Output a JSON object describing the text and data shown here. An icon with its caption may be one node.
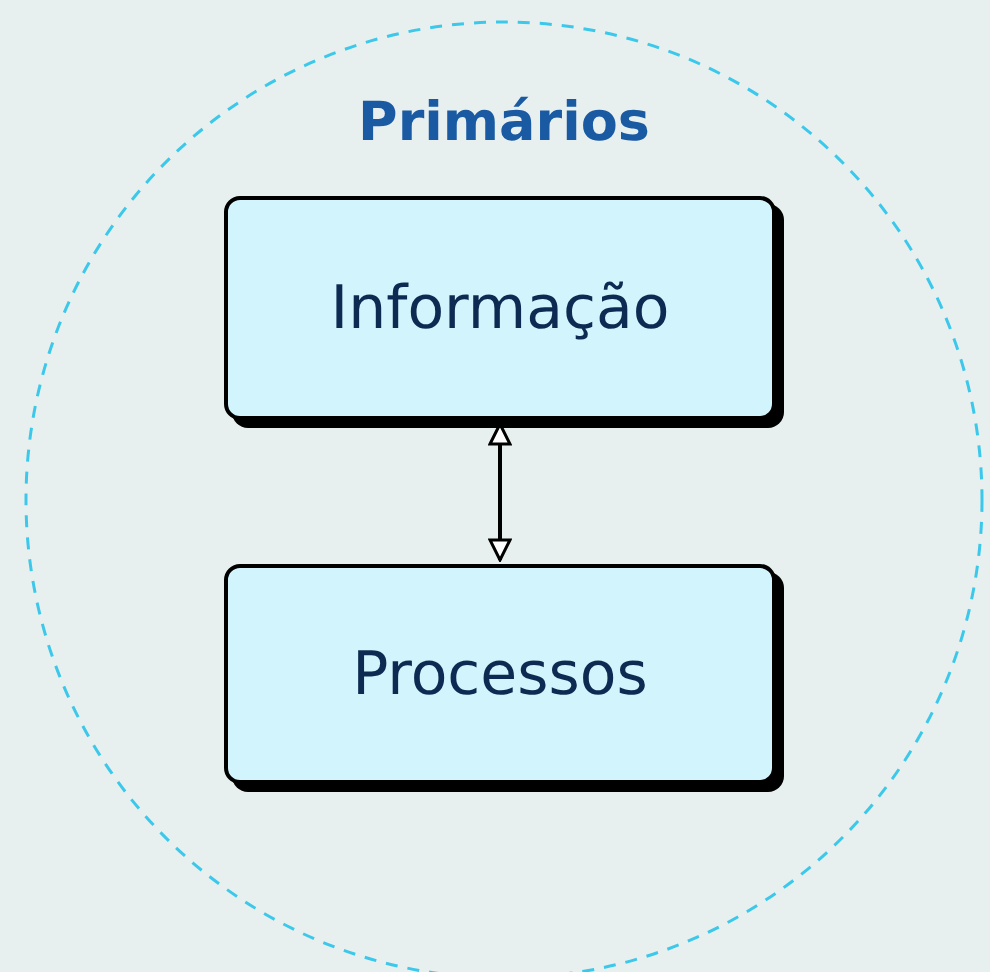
{
  "diagram": {
    "nodes": [
      {
        "text": [
          "Primários"
        ]
      },
      {
        "text": [
          "Informação"
        ],
        "in": 0
      },
      {
        "text": [
          "Processos"
        ],
        "in": 0
      }
    ],
    "edges": [
      {
        "from": 1,
        "to": 2,
        "arrow": "both"
      }
    ]
  }
}
